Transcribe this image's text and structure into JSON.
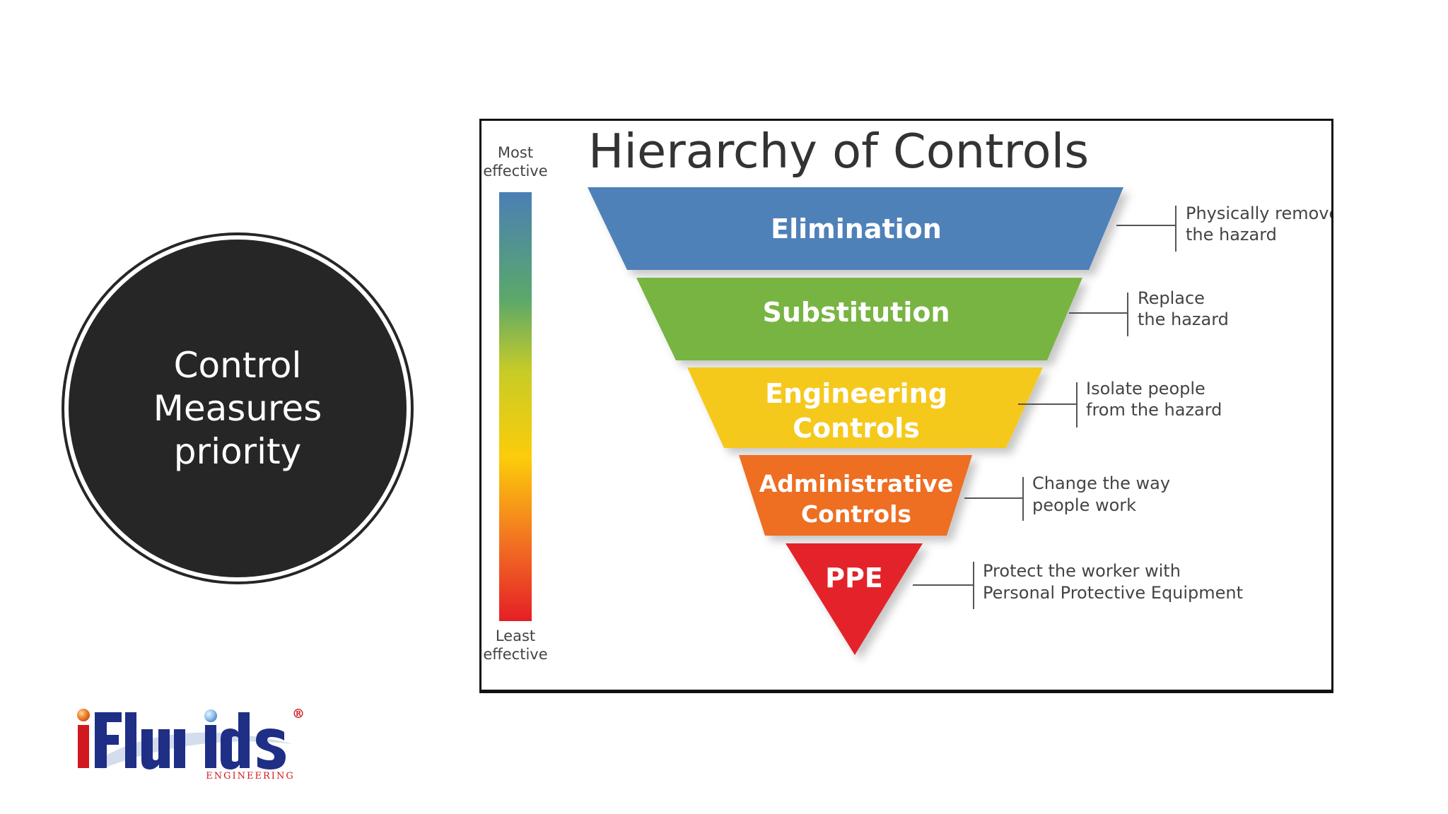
{
  "slide": {
    "circle_lines": [
      "Control",
      "Measures",
      "priority"
    ]
  },
  "figure": {
    "title": "Hierarchy of Controls",
    "scale": {
      "top_label": [
        "Most",
        "effective"
      ],
      "bottom_label": [
        "Least",
        "effective"
      ]
    },
    "levels": [
      {
        "label_lines": [
          "Elimination"
        ],
        "color": "#4f81b9",
        "desc_lines": [
          "Physically remove",
          "the hazard"
        ]
      },
      {
        "label_lines": [
          "Substitution"
        ],
        "color": "#78b443",
        "desc_lines": [
          "Replace",
          "the hazard"
        ]
      },
      {
        "label_lines": [
          "Engineering",
          "Controls"
        ],
        "color": "#f5c81a",
        "desc_lines": [
          "Isolate people",
          "from the hazard"
        ]
      },
      {
        "label_lines": [
          "Administrative",
          "Controls"
        ],
        "color": "#ee6e22",
        "desc_lines": [
          "Change the way",
          "people work"
        ]
      },
      {
        "label_lines": [
          "PPE"
        ],
        "color": "#e3202a",
        "desc_lines": [
          "Protect the worker with",
          "Personal Protective Equipment"
        ]
      }
    ]
  },
  "logo": {
    "wordmark": "iFluids",
    "subtext": "ENGINEERING",
    "registered": "®",
    "colors": {
      "i": "#d0191f",
      "letters": "#1f2f86",
      "subtext": "#d0191f"
    }
  }
}
